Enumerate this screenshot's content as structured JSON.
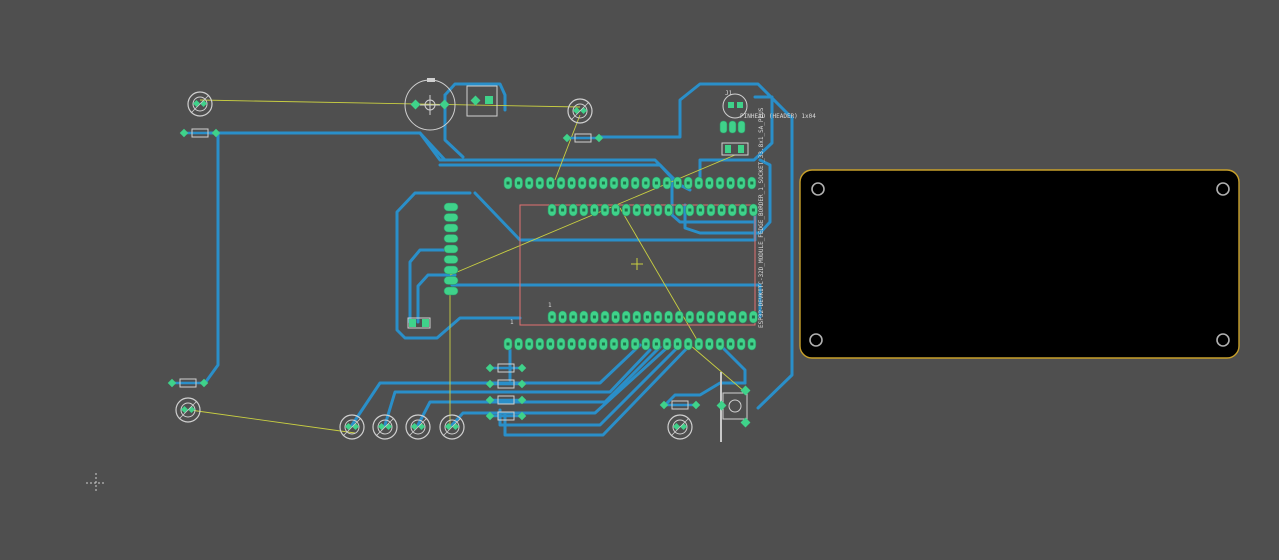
{
  "board": {
    "background_color": "#4f4f4f",
    "trace_color": "#2a8fc9",
    "airwire_color": "#c9cf42",
    "pad_color": "#3fd28a",
    "outline_color": "#e07070",
    "display_fill": "#000000",
    "display_border": "#c8a02a"
  },
  "labels": {
    "module_side_label": "ESP32-DEVKITC-32D_MODULE_FEDGE_BORDER_1_SOCKET_33.8x1_SA_PLUS",
    "header_ref": "J1",
    "header_label": "PINHEAD (HEADER) 1x04",
    "module_pin1_marker": "1",
    "module_pin_label": "1"
  },
  "icons": {
    "crosshair": "crosshair-icon",
    "origin": "origin-marker-icon"
  }
}
